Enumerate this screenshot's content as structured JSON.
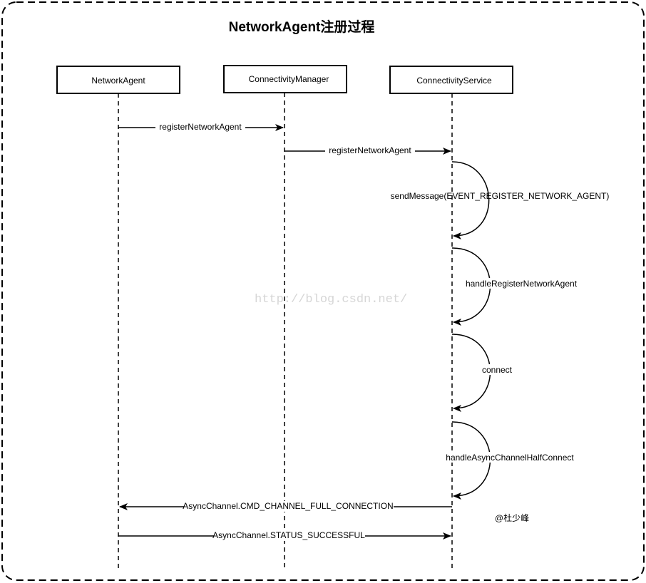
{
  "title": "NetworkAgent注册过程",
  "participants": [
    {
      "id": "na",
      "label": "NetworkAgent"
    },
    {
      "id": "cm",
      "label": "ConnectivityManager"
    },
    {
      "id": "cs",
      "label": "ConnectivityService"
    }
  ],
  "messages": [
    {
      "from": "na",
      "to": "cm",
      "label": "registerNetworkAgent"
    },
    {
      "from": "cm",
      "to": "cs",
      "label": "registerNetworkAgent"
    },
    {
      "self": "cs",
      "label": "sendMessage(EVENT_REGISTER_NETWORK_AGENT)"
    },
    {
      "self": "cs",
      "label": "handleRegisterNetworkAgent"
    },
    {
      "self": "cs",
      "label": "connect"
    },
    {
      "self": "cs",
      "label": "handleAsyncChannelHalfConnect"
    },
    {
      "from": "cs",
      "to": "na",
      "label": "AsyncChannel.CMD_CHANNEL_FULL_CONNECTION"
    },
    {
      "from": "na",
      "to": "cs",
      "label": "AsyncChannel.STATUS_SUCCESSFUL"
    }
  ],
  "watermark": "http://blog.csdn.net/",
  "author": "@杜少峰"
}
